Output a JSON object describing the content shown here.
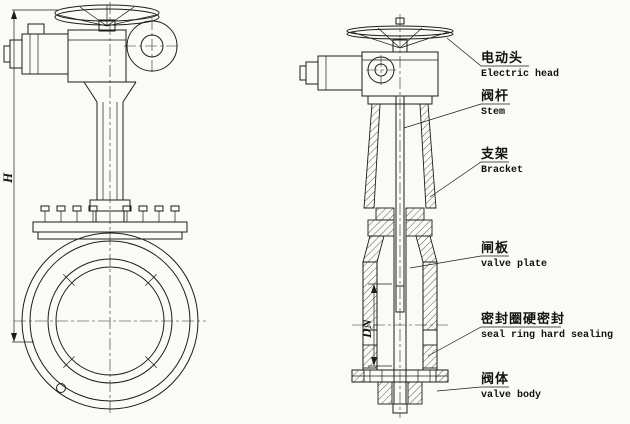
{
  "dimension_labels": {
    "height": "H",
    "nominal_bore": "DN"
  },
  "part_labels": [
    {
      "zh": "电动头",
      "en": "Electric head"
    },
    {
      "zh": "阀杆",
      "en": "Stem"
    },
    {
      "zh": "支架",
      "en": "Bracket"
    },
    {
      "zh": "闸板",
      "en": "valve plate"
    },
    {
      "zh": "密封圈硬密封",
      "en": "seal ring hard sealing"
    },
    {
      "zh": "阀体",
      "en": "valve body"
    }
  ],
  "colors": {
    "ink": "#1c1c1c",
    "background": "#fafaf7"
  }
}
